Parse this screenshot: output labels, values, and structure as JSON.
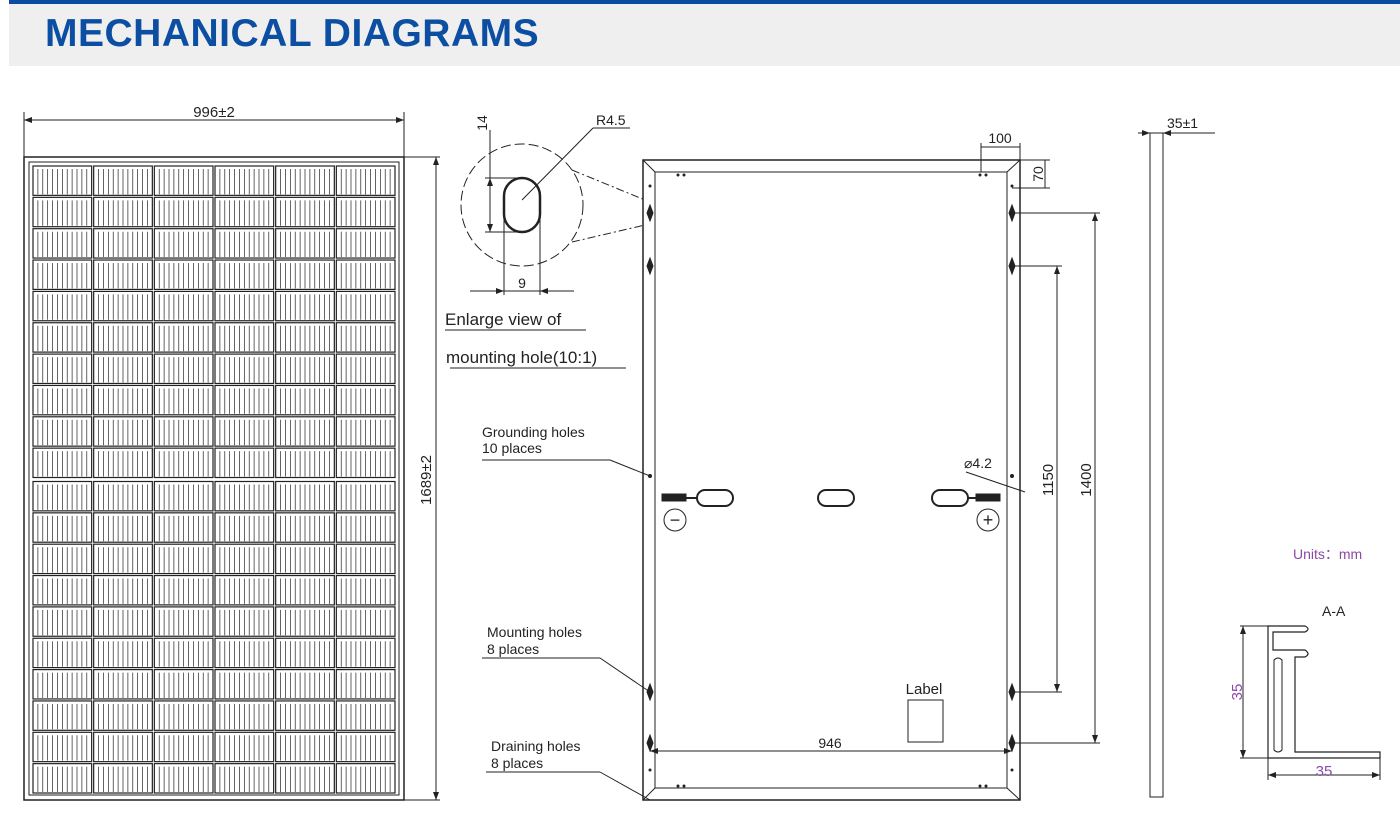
{
  "header": {
    "title": "MECHANICAL DIAGRAMS"
  },
  "front_view": {
    "width_dim": "996±2",
    "height_dim": "1689±2",
    "cell_columns": 6,
    "cell_rows": 20
  },
  "enlarge_view": {
    "dim_14": "14",
    "radius": "R4.5",
    "dim_9": "9",
    "caption_line1": "Enlarge view of",
    "caption_line2": "mounting hole(10:1)"
  },
  "back_view": {
    "dim_100": "100",
    "dim_70": "70",
    "dim_1150": "1150",
    "dim_1400": "1400",
    "dim_946": "946",
    "hole_dia": "⌀4.2",
    "label_text": "Label",
    "grounding": [
      "Grounding holes",
      "10 places"
    ],
    "mounting": [
      "Mounting holes",
      "8 places"
    ],
    "draining": [
      "Draining holes",
      "8 places"
    ],
    "minus": "−",
    "plus": "+"
  },
  "side_view": {
    "thickness_dim": "35±1"
  },
  "section": {
    "title": "A-A",
    "height_dim": "35",
    "width_dim": "35"
  },
  "units": "Units：mm",
  "colors": {
    "brand": "#0b4ea2",
    "units": "#8a4aa8"
  }
}
